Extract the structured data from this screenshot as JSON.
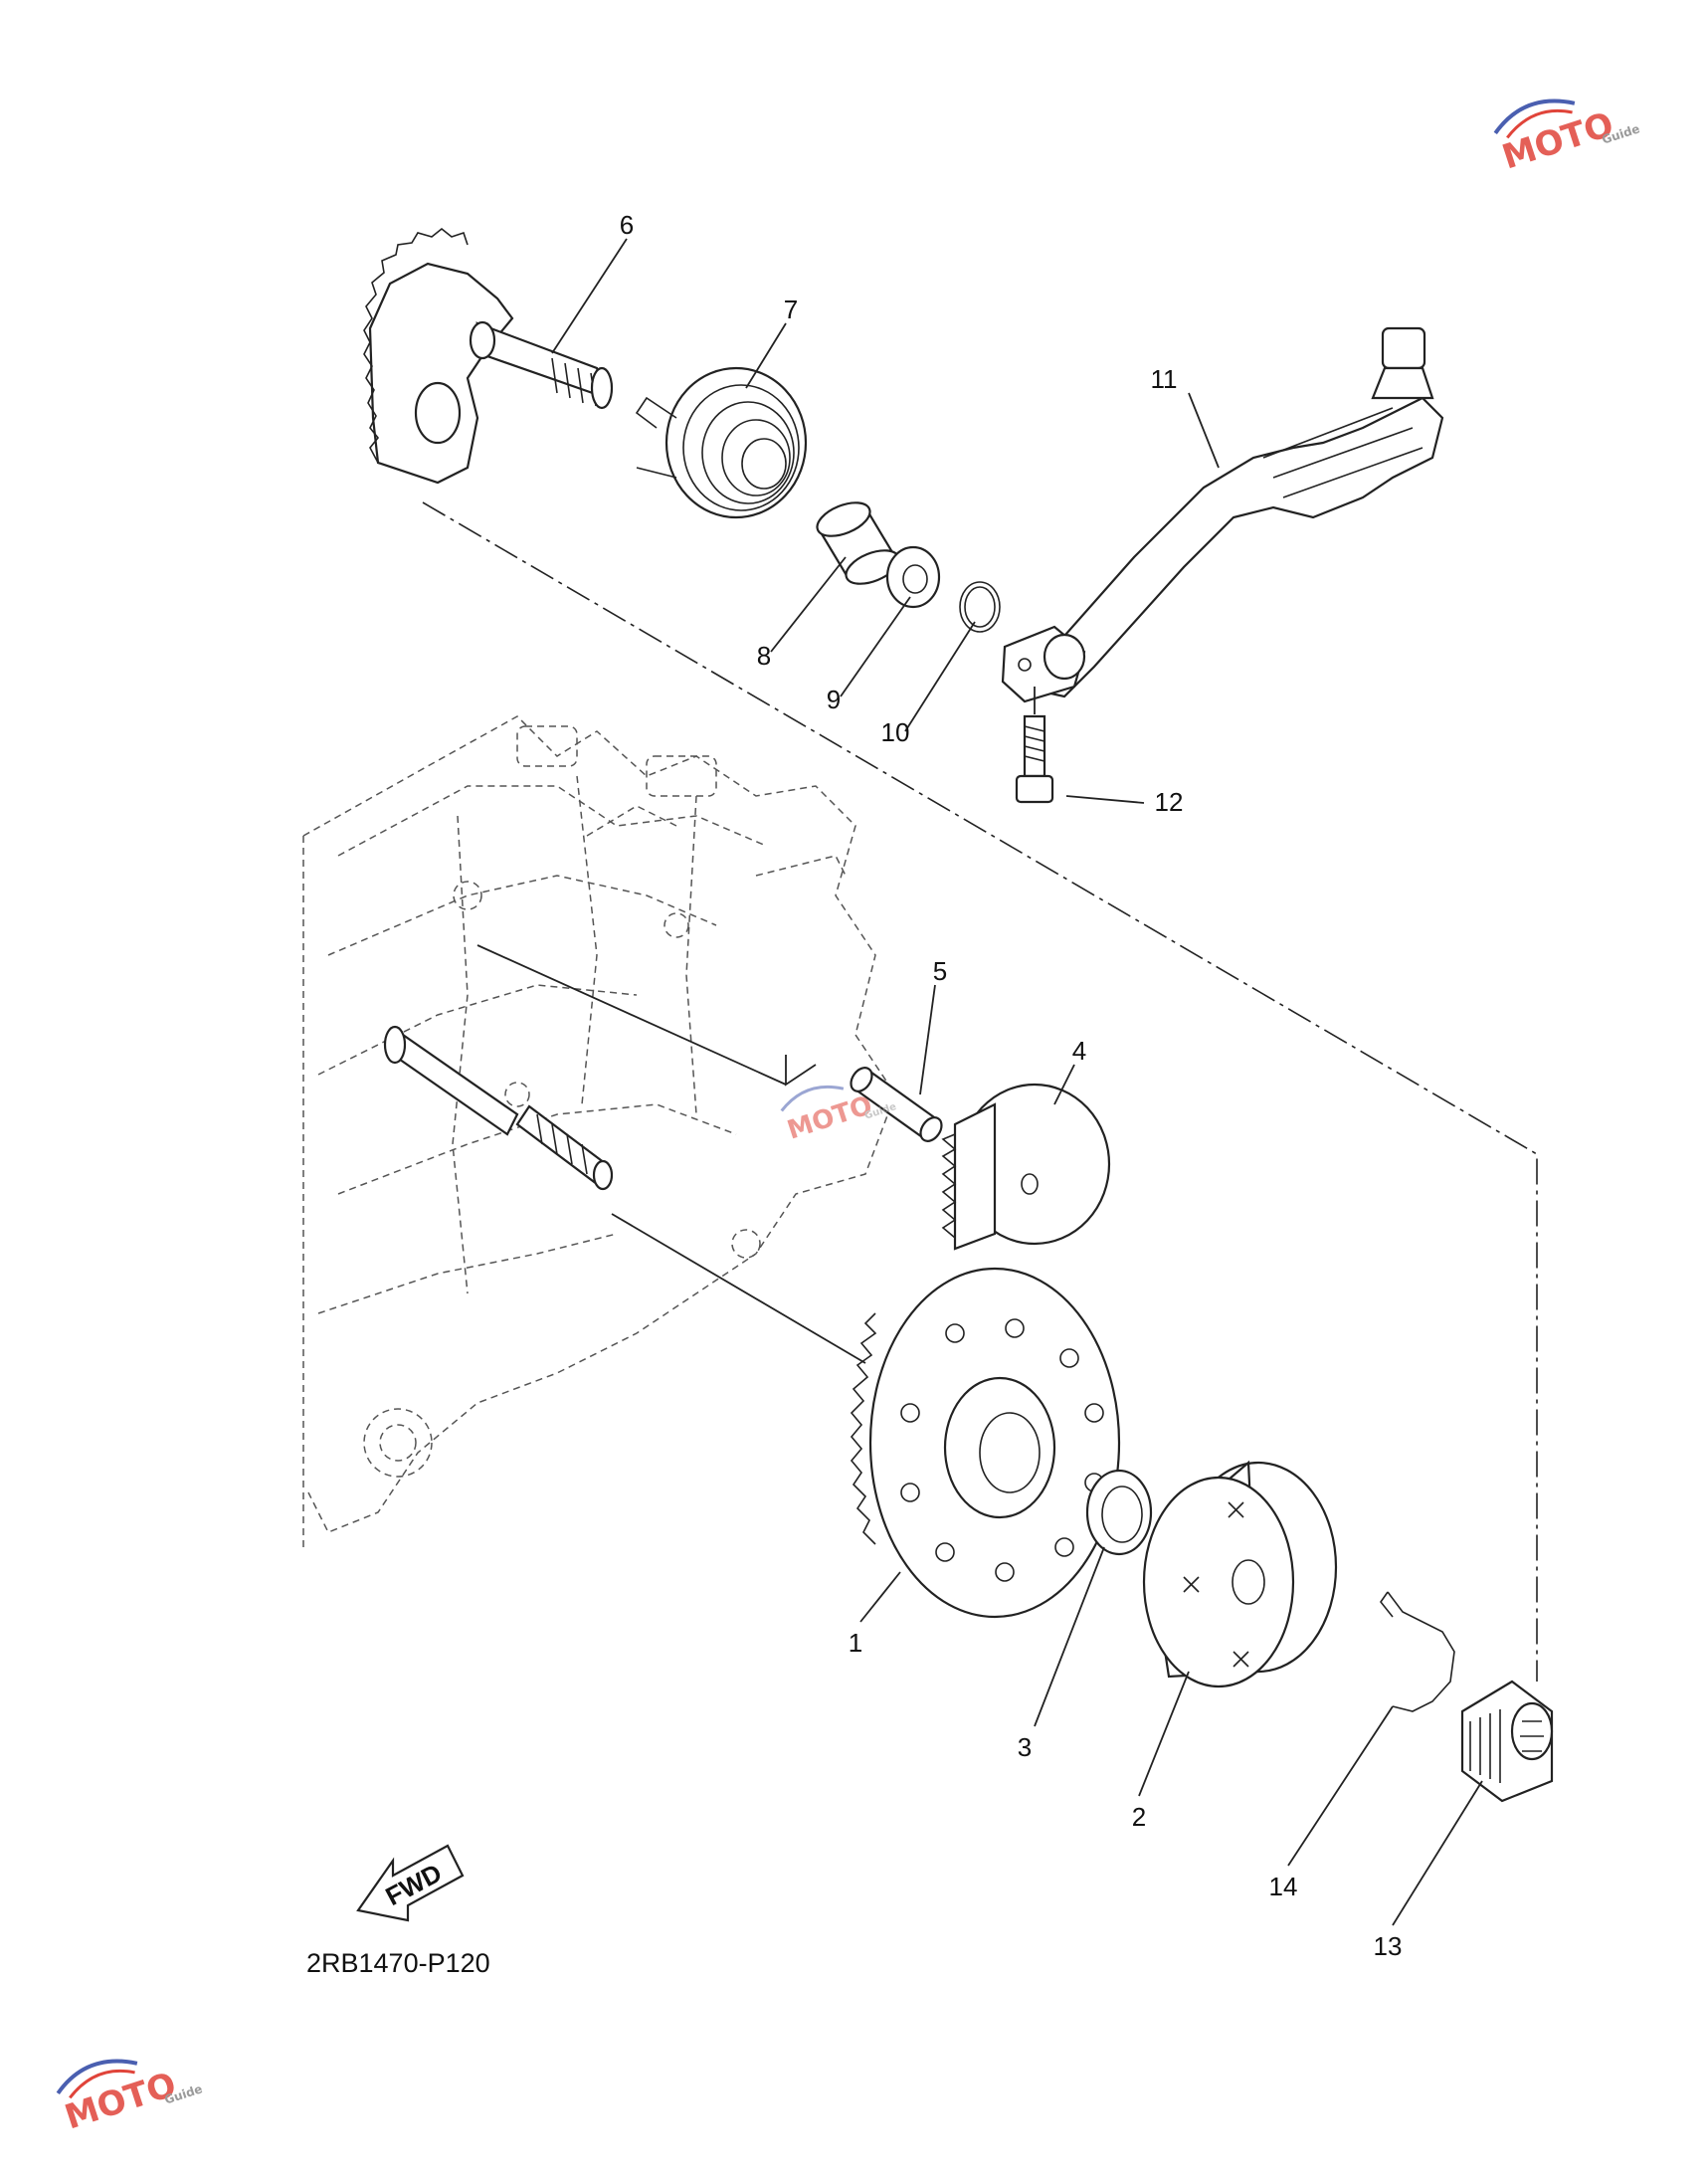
{
  "diagram": {
    "drawing_code": "2RB1470-P120",
    "fwd_label": "FWD",
    "callouts": [
      "1",
      "2",
      "3",
      "4",
      "5",
      "6",
      "7",
      "8",
      "9",
      "10",
      "11",
      "12",
      "13",
      "14"
    ]
  },
  "watermark": {
    "text": "MOTO",
    "subtext": "Guide",
    "colors": {
      "red": "#e0443a",
      "blue": "#4a5fb0",
      "grey": "#9a9a9a"
    }
  },
  "colors": {
    "line": "#222222",
    "background": "#ffffff"
  }
}
